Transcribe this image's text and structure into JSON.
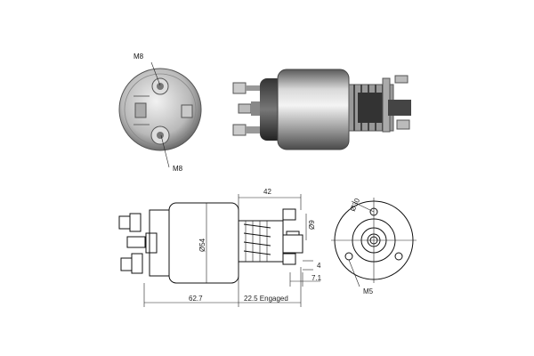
{
  "photo_top": {
    "label_top": "M8",
    "label_bottom": "M8"
  },
  "dimensions": {
    "length_top": "42",
    "diameter_body": "Ø54",
    "diameter_shaft": "Ø9",
    "gap_small": "4",
    "offset": "7.1",
    "length_left": "62.7",
    "length_engaged": "22.5 Engaged",
    "bolt_circle": "Ø30",
    "thread": "M5"
  },
  "icons": [
    "solenoid-front-photo",
    "solenoid-side-photo",
    "solenoid-side-drawing",
    "solenoid-end-drawing"
  ]
}
